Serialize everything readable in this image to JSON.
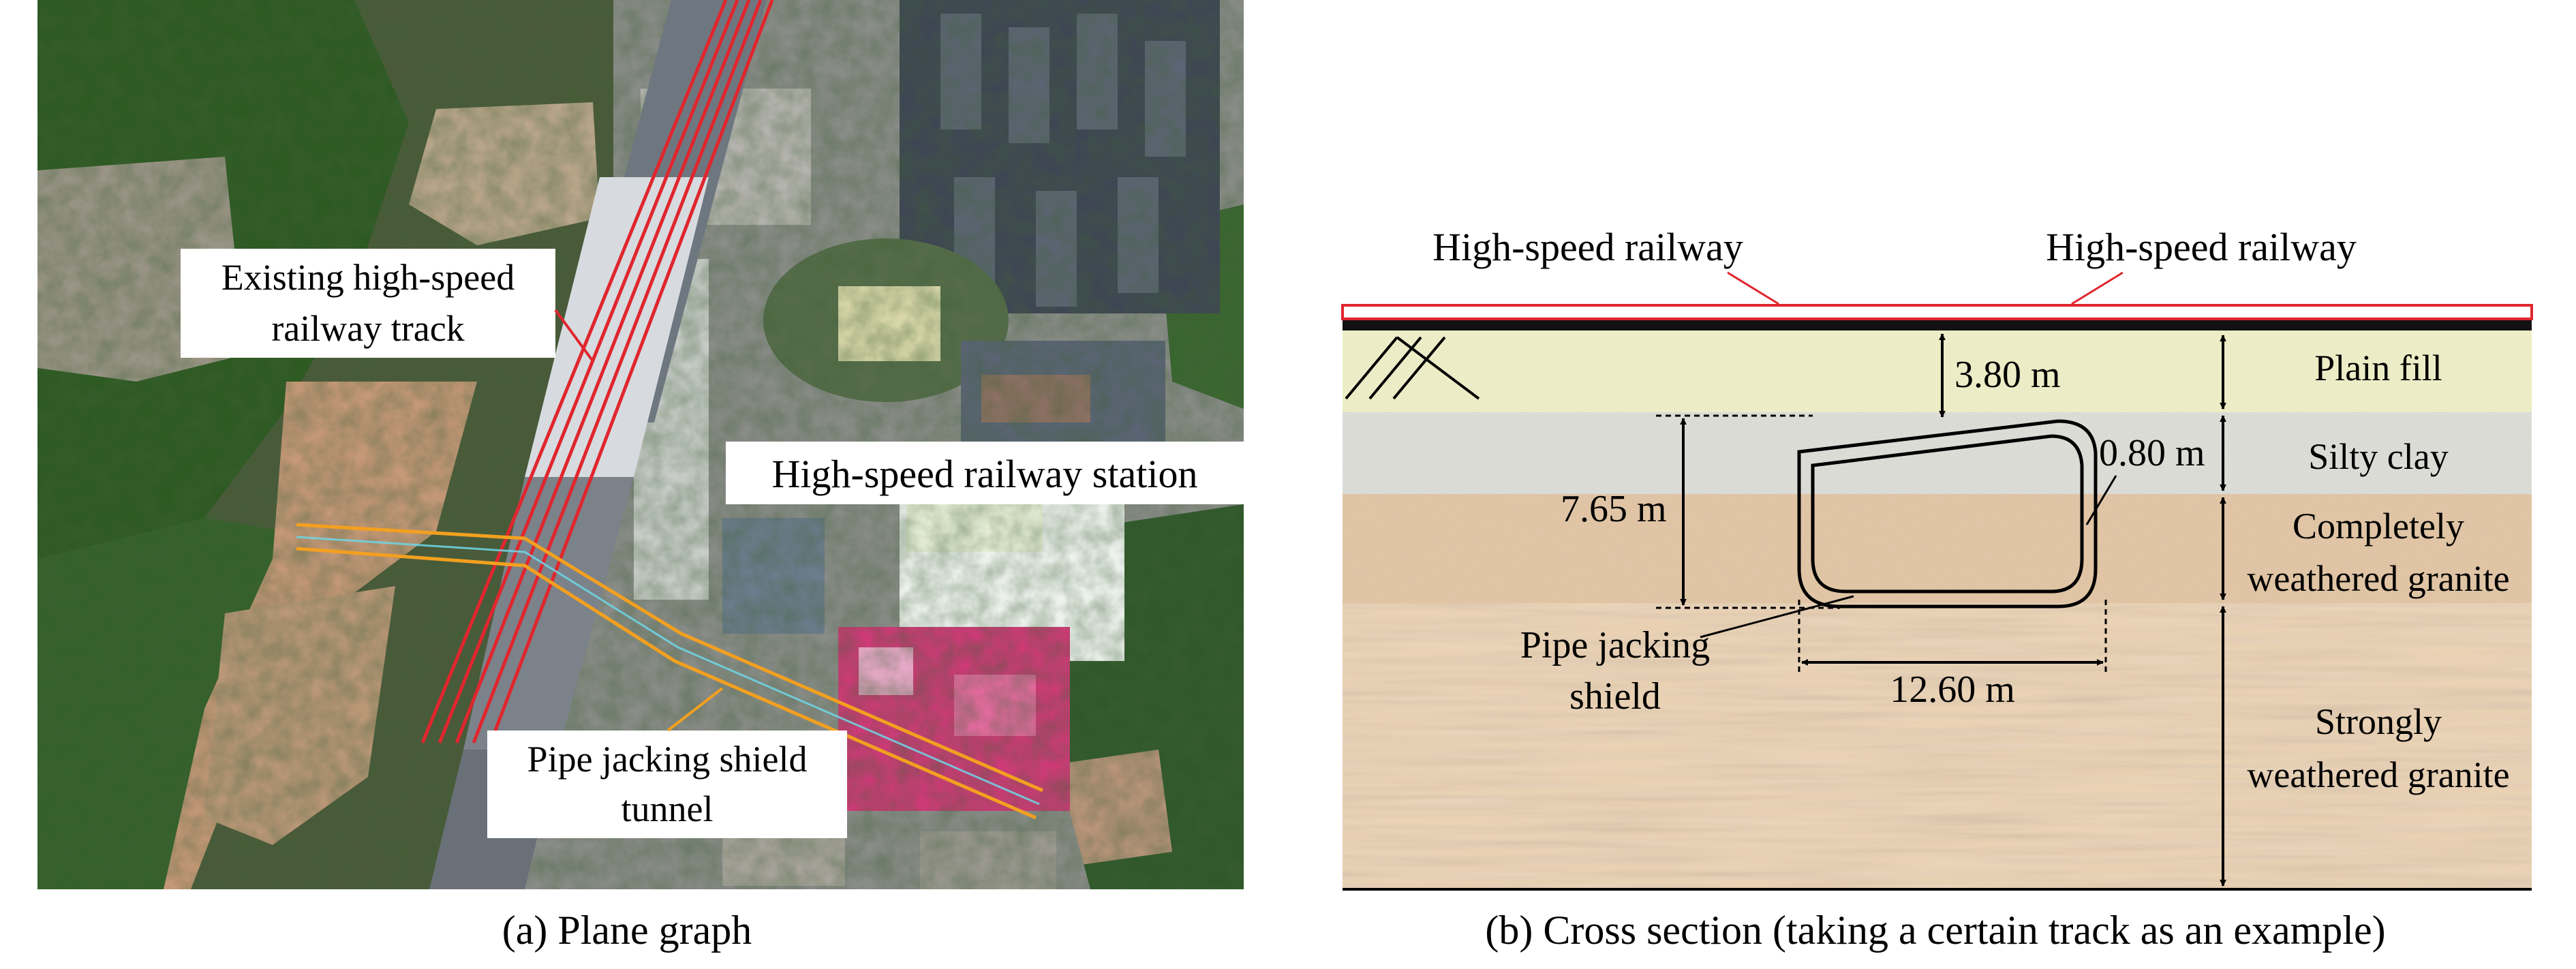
{
  "panel_a": {
    "label_track_line1": "Existing high-speed",
    "label_track_line2": "railway track",
    "label_station": "High-speed railway station",
    "label_tunnel_line1": "Pipe jacking shield",
    "label_tunnel_line2": "tunnel",
    "caption": "(a) Plane graph"
  },
  "panel_b": {
    "rail_label_1": "High-speed railway",
    "rail_label_2": "High-speed railway",
    "dim_cover": "3.80 m",
    "dim_thickness": "0.80 m",
    "dim_height": "7.65 m",
    "dim_width": "12.60 m",
    "shield_label_line1": "Pipe jacking",
    "shield_label_line2": "shield",
    "layers": [
      {
        "line1": "Plain fill",
        "line2": ""
      },
      {
        "line1": "Silty clay",
        "line2": ""
      },
      {
        "line1": "Completely",
        "line2": "weathered granite"
      },
      {
        "line1": "Strongly",
        "line2": "weathered granite"
      }
    ],
    "caption": "(b) Cross section (taking a certain track as an example)"
  },
  "colors": {
    "rail_red": "#e0262e",
    "tunnel_orange": "#f3a020",
    "plain_fill": "#ecedc6",
    "silty_clay": "#e2e2dc",
    "completely_weathered": "#e7c6a0",
    "strongly_weathered": "#ecd2b2"
  }
}
